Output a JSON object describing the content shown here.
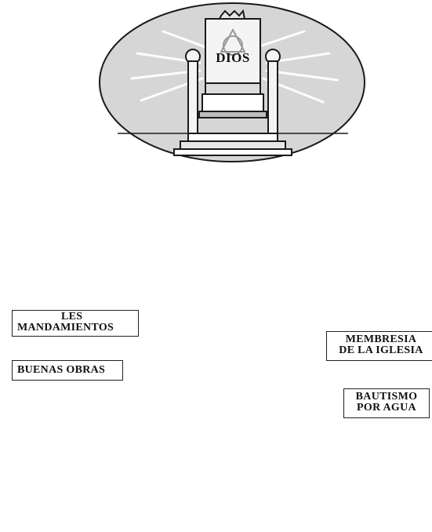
{
  "throne": {
    "label": "DIOS"
  },
  "ladders": {
    "left_top": {
      "line1": "LES",
      "line2": "MANDAMIENTOS"
    },
    "left_bottom": {
      "line1": "BUENAS OBRAS"
    },
    "right_top": {
      "line1": "MEMBRESIA",
      "line2": "DE LA IGLESIA"
    },
    "right_bottom": {
      "line1": "BAUTISMO",
      "line2": "POR AGUA"
    }
  },
  "colors": {
    "ellipse_fill": "#d6d6d6",
    "ink": "#1a1a1a",
    "globe_land": "#6e6e6e",
    "globe_sea": "#bdbdbd"
  },
  "icons": [
    "throne-icon",
    "cross-icon",
    "globe-icon",
    "ladder-icon",
    "person-silhouette-icon",
    "curved-arrow-icon"
  ]
}
